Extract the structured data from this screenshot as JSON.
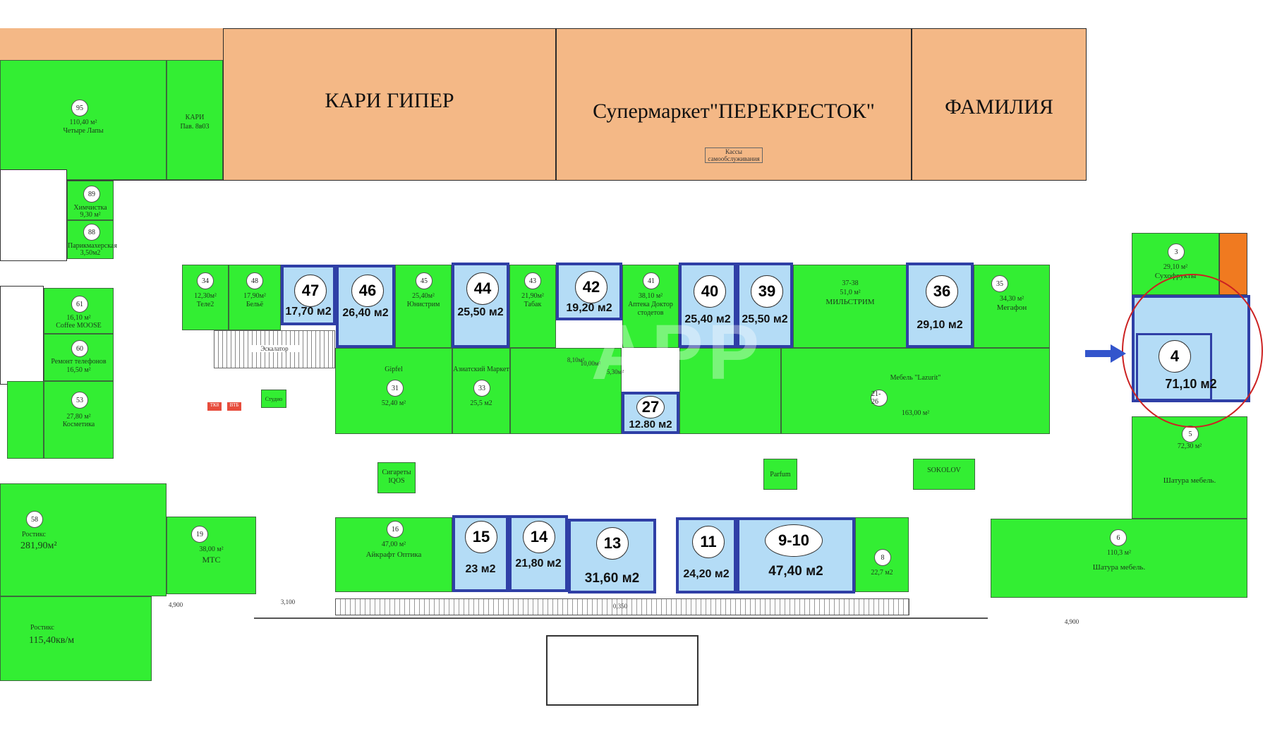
{
  "anchors": {
    "kari": "КАРИ ГИПЕР",
    "perekrestok": "Супермаркет\"ПЕРЕКРЕСТОК\"",
    "familia": "ФАМИЛИЯ",
    "kassy": "Кассы самообслуживания"
  },
  "watermark": "APP",
  "highlight": {
    "no": "4",
    "area": "71,10 м2"
  },
  "available": [
    {
      "no": "47",
      "area": "17,70 м2"
    },
    {
      "no": "46",
      "area": "26,40 м2"
    },
    {
      "no": "44",
      "area": "25,50 м2"
    },
    {
      "no": "42",
      "area": "19,20 м2"
    },
    {
      "no": "40",
      "area": "25,40 м2"
    },
    {
      "no": "39",
      "area": "25,50 м2"
    },
    {
      "no": "36",
      "area": "29,10 м2"
    },
    {
      "no": "27",
      "area": "12.80 м2"
    },
    {
      "no": "15",
      "area": "23 м2"
    },
    {
      "no": "14",
      "area": "21,80 м2"
    },
    {
      "no": "13",
      "area": "31,60 м2"
    },
    {
      "no": "11",
      "area": "24,20 м2"
    },
    {
      "no": "9-10",
      "area": "47,40 м2"
    }
  ],
  "occupied": [
    {
      "no": "95",
      "area": "110,40 м²",
      "name": "Четыре Лапы"
    },
    {
      "no": "",
      "area": "Пав. 8в03",
      "name": "КАРИ"
    },
    {
      "no": "89",
      "area": "9,30 м²",
      "name": "Химчистка"
    },
    {
      "no": "88",
      "area": "3,50м2",
      "name": "Парикмахерская"
    },
    {
      "no": "61",
      "area": "16,10 м²",
      "name": "Coffee MOOSE"
    },
    {
      "no": "60",
      "area": "16,50 м²",
      "name": "Ремонт телефонов"
    },
    {
      "no": "53",
      "area": "27,80 м²",
      "name": "Косметика"
    },
    {
      "no": "58",
      "area": "281,90м²",
      "name": "Ростикс"
    },
    {
      "no": "",
      "area": "115,40кв/м",
      "name": "Ростикс"
    },
    {
      "no": "19",
      "area": "38,00 м²",
      "name": "МТС"
    },
    {
      "no": "34",
      "area": "12,30м²",
      "name": "Теле2"
    },
    {
      "no": "48",
      "area": "17,90м²",
      "name": "Бельё"
    },
    {
      "no": "45",
      "area": "25,40м²",
      "name": "Юнистрим"
    },
    {
      "no": "43",
      "area": "21,90м²",
      "name": "Табак"
    },
    {
      "no": "41",
      "area": "38,10 м²",
      "name": "Аптека Доктор стодетов"
    },
    {
      "no": "37-38",
      "area": "51,0 м²",
      "name": "МИЛЬСТРИМ"
    },
    {
      "no": "35",
      "area": "34,30 м²",
      "name": "Мегафон"
    },
    {
      "no": "31",
      "area": "52,40 м²",
      "name": "Gipfel"
    },
    {
      "no": "33",
      "area": "25,5 м2",
      "name": "Азиатский Маркет"
    },
    {
      "no": "21-26",
      "area": "163,00 м²",
      "name": "Мебель \"Lazurit\""
    },
    {
      "no": "3",
      "area": "29,10 м²",
      "name": "Сухофрукты"
    },
    {
      "no": "5",
      "area": "72,30 м²",
      "name": "Шатура мебель."
    },
    {
      "no": "6",
      "area": "110,3 м²",
      "name": "Шатура мебель."
    },
    {
      "no": "16",
      "area": "47,00 м²",
      "name": "Айкрафт Оптика"
    },
    {
      "no": "8",
      "area": "22,7 м2",
      "name": ""
    }
  ],
  "kiosks": {
    "iqos": "Сигареты IQOS",
    "parfum": "Parfum",
    "sokolov": "SOKOLOV",
    "escalator": "Эскалатор",
    "tk": "ТК8",
    "vtb": "ВТБ",
    "studio": "Студио"
  },
  "dims": [
    "4,900",
    "3,100",
    "0,350",
    "4,900",
    "10,00м²",
    "8,10м²",
    "5,30м²"
  ],
  "colors": {
    "anchor": "#f4b886",
    "occupied": "#33ee33",
    "available": "#b4dcf6",
    "available_border": "#2f3fa6",
    "highlight_ring": "#cc2222",
    "arrow": "#3355cc"
  }
}
